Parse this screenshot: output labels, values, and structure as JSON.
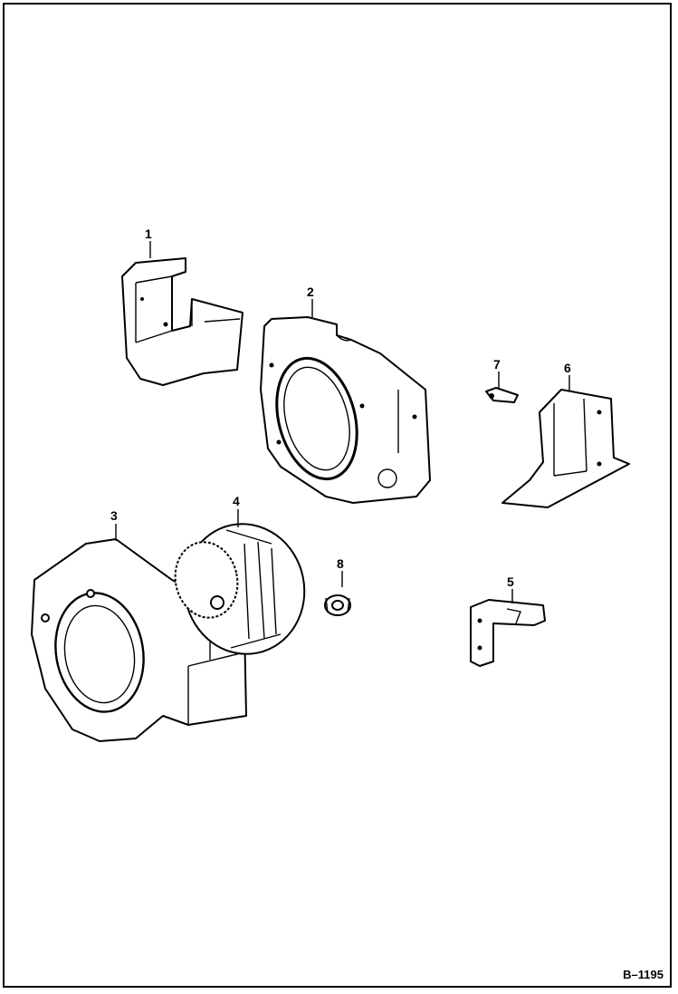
{
  "callouts": [
    {
      "label": "1"
    },
    {
      "label": "2"
    },
    {
      "label": "3"
    },
    {
      "label": "4"
    },
    {
      "label": "5"
    },
    {
      "label": "6"
    },
    {
      "label": "7"
    },
    {
      "label": "8"
    }
  ],
  "figure_id": "B–1195"
}
